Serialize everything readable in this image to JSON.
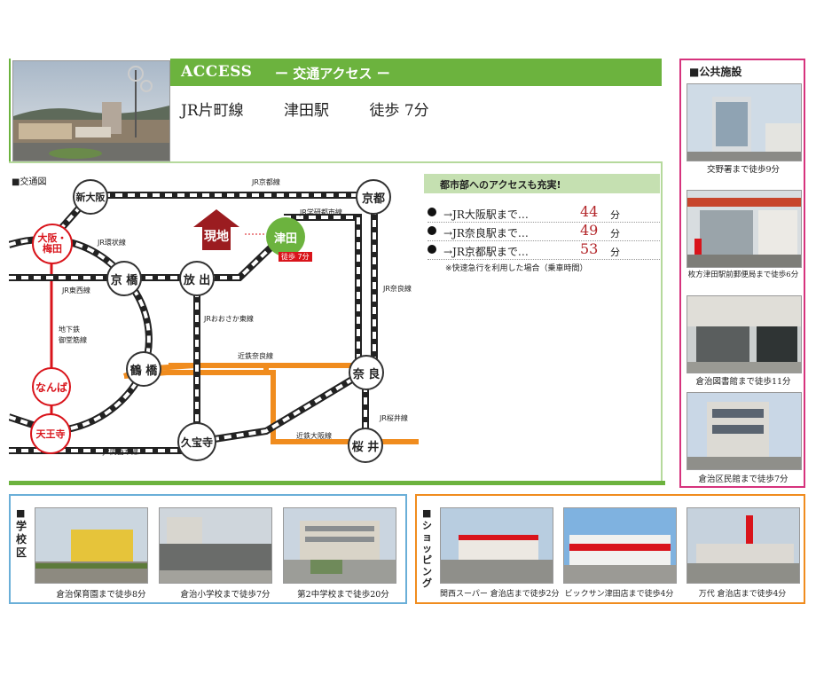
{
  "access": {
    "header_en": "ACCESS",
    "header_jp": "ー 交通アクセス ー",
    "line": "JR片町線",
    "station": "津田駅",
    "walk": "徒歩 7分"
  },
  "map": {
    "title": "■交通図",
    "genchi": "現地",
    "stations": {
      "shinosaka": "新大阪",
      "kyoto": "京都",
      "osaka_umeda": "大阪・梅田",
      "tsuda": "津田",
      "tsuda_walk": "徒歩 7分",
      "kyobashi": "京 橋",
      "hanaten": "放 出",
      "tsuruhashi": "鶴 橋",
      "namba": "なんば",
      "tennoji": "天王寺",
      "kyuhoji": "久宝寺",
      "nara": "奈 良",
      "sakurai": "桜 井"
    },
    "lines": {
      "tokaido": "JR京都線",
      "gakkentoshi": "JR学研都市線",
      "kanjo": "JR環状線",
      "tozai": "JR東西線",
      "subway_1": "地下鉄",
      "subway_2": "御堂筋線",
      "osakahigashi": "JRおおさか東線",
      "kintetsu_nara": "近鉄奈良線",
      "nara_line": "JR奈良線",
      "sakurai_line": "JR桜井線",
      "kintetsu_osaka": "近鉄大阪線",
      "kansai_main": "JR関西本線"
    }
  },
  "city_access": {
    "title": "都市部へのアクセスも充実!",
    "rows": [
      {
        "label": "→JR大阪駅まで…",
        "minutes": "44",
        "unit": "分"
      },
      {
        "label": "→JR奈良駅まで…",
        "minutes": "49",
        "unit": "分"
      },
      {
        "label": "→JR京都駅まで…",
        "minutes": "53",
        "unit": "分"
      }
    ],
    "note": "※快速急行を利用した場合（乗車時間）"
  },
  "public": {
    "title": "■公共施設",
    "items": [
      {
        "caption": "交野署まで徒歩9分"
      },
      {
        "caption": "枚方津田駅前郵便局まで徒歩6分"
      },
      {
        "caption": "倉治図書館まで徒歩11分"
      },
      {
        "caption": "倉治区民館まで徒歩7分"
      }
    ]
  },
  "school": {
    "title_mark": "■",
    "title": "学校区",
    "items": [
      {
        "caption": "倉治保育園まで徒歩8分"
      },
      {
        "caption": "倉治小学校まで徒歩7分"
      },
      {
        "caption": "第2中学校まで徒歩20分"
      }
    ]
  },
  "shopping": {
    "title_mark": "■",
    "title": "ショッピング",
    "items": [
      {
        "caption": "関西スーパー 倉治店まで徒歩2分"
      },
      {
        "caption": "ビックサン津田店まで徒歩4分"
      },
      {
        "caption": "万代 倉治店まで徒歩4分"
      }
    ]
  },
  "colors": {
    "green": "#6cb33e",
    "red": "#d9141b",
    "magenta": "#d6337d",
    "orange": "#f08c1e",
    "blue": "#6aafd8",
    "darkred": "#9b1c20",
    "number_red": "#b3262a"
  }
}
